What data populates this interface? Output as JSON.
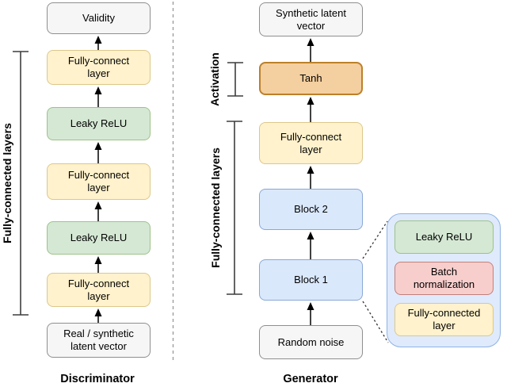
{
  "diagram": {
    "discriminator": {
      "caption": "Discriminator",
      "bracket_label": "Fully-connected layers",
      "nodes": [
        {
          "id": "validity",
          "label": "Validity",
          "type": "io"
        },
        {
          "id": "fc-layer-1",
          "label": "Fully-connect\nlayer",
          "type": "fully-connect"
        },
        {
          "id": "leaky-relu-1",
          "label": "Leaky ReLU",
          "type": "activation"
        },
        {
          "id": "fc-layer-2",
          "label": "Fully-connect\nlayer",
          "type": "fully-connect"
        },
        {
          "id": "leaky-relu-2",
          "label": "Leaky ReLU",
          "type": "activation"
        },
        {
          "id": "fc-layer-3",
          "label": "Fully-connect\nlayer",
          "type": "fully-connect"
        },
        {
          "id": "input",
          "label": "Real / synthetic\nlatent vector",
          "type": "io"
        }
      ]
    },
    "generator": {
      "caption": "Generator",
      "activation_bracket_label": "Activation",
      "fc_bracket_label": "Fully-connected layers",
      "nodes": [
        {
          "id": "output",
          "label": "Synthetic latent\nvector",
          "type": "io"
        },
        {
          "id": "tanh",
          "label": "Tanh",
          "type": "tanh-activation"
        },
        {
          "id": "fc-layer",
          "label": "Fully-connect\nlayer",
          "type": "fully-connect"
        },
        {
          "id": "block-2",
          "label": "Block 2",
          "type": "block"
        },
        {
          "id": "block-1",
          "label": "Block 1",
          "type": "block"
        },
        {
          "id": "random-noise",
          "label": "Random noise",
          "type": "io"
        }
      ]
    },
    "block1_detail": {
      "nodes": [
        {
          "id": "leaky-relu",
          "label": "Leaky ReLU",
          "type": "activation"
        },
        {
          "id": "batch-norm",
          "label": "Batch\nnormalization",
          "type": "batch-normalization"
        },
        {
          "id": "fc-layer",
          "label": "Fully-connected\nlayer",
          "type": "fully-connect"
        }
      ]
    }
  },
  "theme": {
    "fc_fill": "#fff2cc",
    "fc_border": "#dcc88a",
    "act_fill": "#d5e8d4",
    "act_border": "#9dc289",
    "io_fill": "#f6f6f6",
    "io_border": "#8f8f8f",
    "block_fill": "#dae8fc",
    "block_border": "#8aa7d6",
    "tanh_fill": "#f4cf9f",
    "tanh_border": "#bd8028",
    "bn_fill": "#f8cecc",
    "bn_border": "#c0807c",
    "detail_fill": "#dfeafc",
    "detail_border": "#8fb3e4",
    "arrow_color": "#000000",
    "bracket_color": "#3d3d3d",
    "divider_color": "#9e9e9e",
    "connector_color": "#333333"
  }
}
